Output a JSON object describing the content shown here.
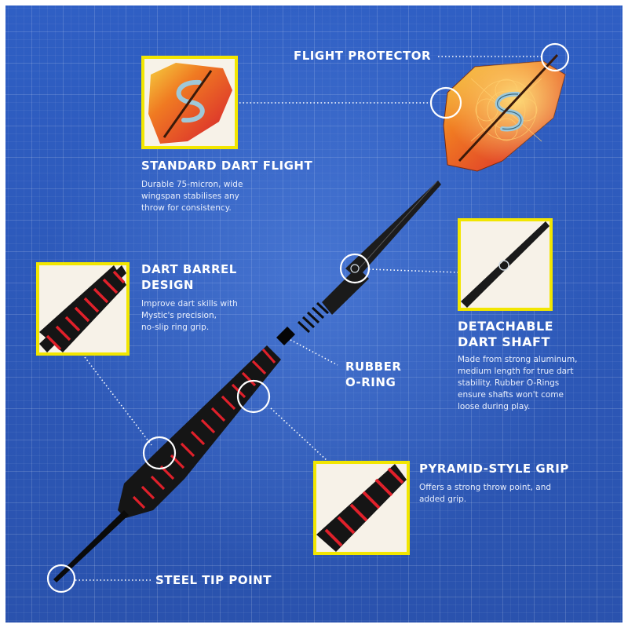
{
  "callouts": {
    "flight_protector": {
      "title": "FLIGHT PROTECTOR"
    },
    "standard_flight": {
      "title": "STANDARD DART  FLIGHT",
      "desc": [
        "Durable 75-micron, wide",
        "wingspan stabilises any",
        "throw for consistency."
      ]
    },
    "barrel_design": {
      "title": [
        "DART BARREL",
        "DESIGN"
      ],
      "desc": [
        "Improve dart skills with",
        "Mystic's precision,",
        "no-slip ring grip."
      ]
    },
    "detachable_shaft": {
      "title": [
        "DETACHABLE",
        "DART SHAFT"
      ],
      "desc": [
        "Made from strong aluminum,",
        "medium length for true dart",
        "stability. Rubber O-Rings",
        "ensure shafts won't come",
        "loose during play."
      ]
    },
    "rubber_oring": {
      "title": [
        "RUBBER",
        "O-RING"
      ]
    },
    "pyramid_grip": {
      "title": "PYRAMID-STYLE GRIP",
      "desc": [
        "Offers a strong throw point, and",
        "added grip."
      ]
    },
    "steel_tip": {
      "title": "STEEL TIP POINT"
    }
  },
  "colors": {
    "background": "#2d58b9",
    "inset_border": "#f2e600",
    "barrel_red": "#e0202a",
    "barrel_black": "#121212",
    "flight_orange": "#f07a22"
  }
}
